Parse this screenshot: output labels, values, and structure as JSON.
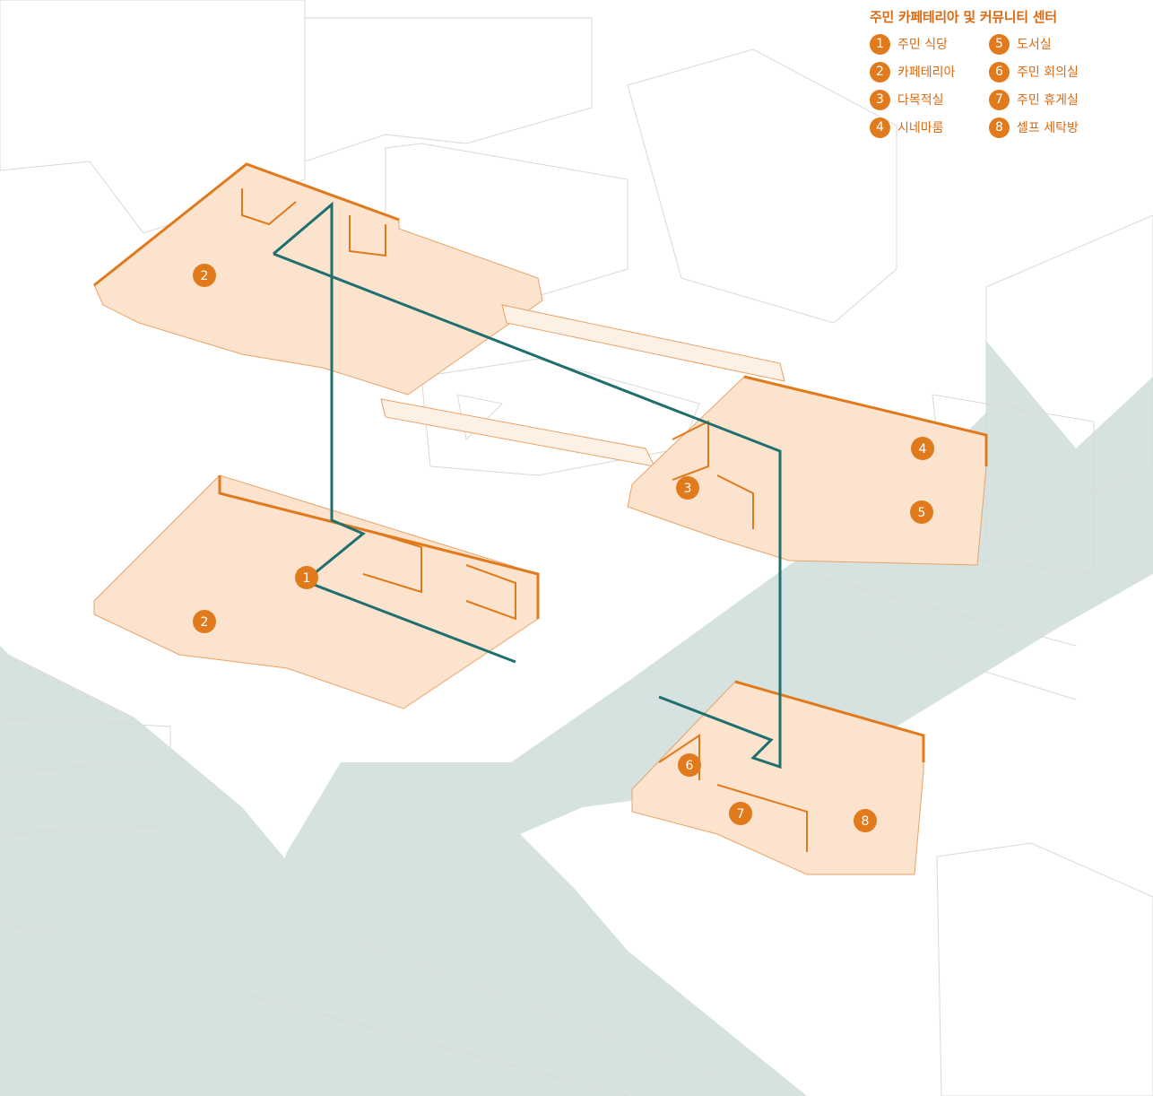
{
  "legend": {
    "title": "주민 카페테리아 및 커뮤니티 센터",
    "items": [
      {
        "num": "1",
        "label": "주민 식당"
      },
      {
        "num": "2",
        "label": "카페테리아"
      },
      {
        "num": "3",
        "label": "다목적실"
      },
      {
        "num": "4",
        "label": "시네마룸"
      },
      {
        "num": "5",
        "label": "도서실"
      },
      {
        "num": "6",
        "label": "주민 회의실"
      },
      {
        "num": "7",
        "label": "주민 휴게실"
      },
      {
        "num": "8",
        "label": "셀프 세탁방"
      }
    ]
  },
  "map_markers": [
    "2",
    "1",
    "2",
    "3",
    "4",
    "5",
    "6",
    "7",
    "8"
  ],
  "colors": {
    "accent_orange": "#e07a1c",
    "floor_fill": "#fbe3cd",
    "circulation_line": "#1f6f6f",
    "road": "#d6e2e0",
    "building_outline": "#d9d9d9"
  }
}
